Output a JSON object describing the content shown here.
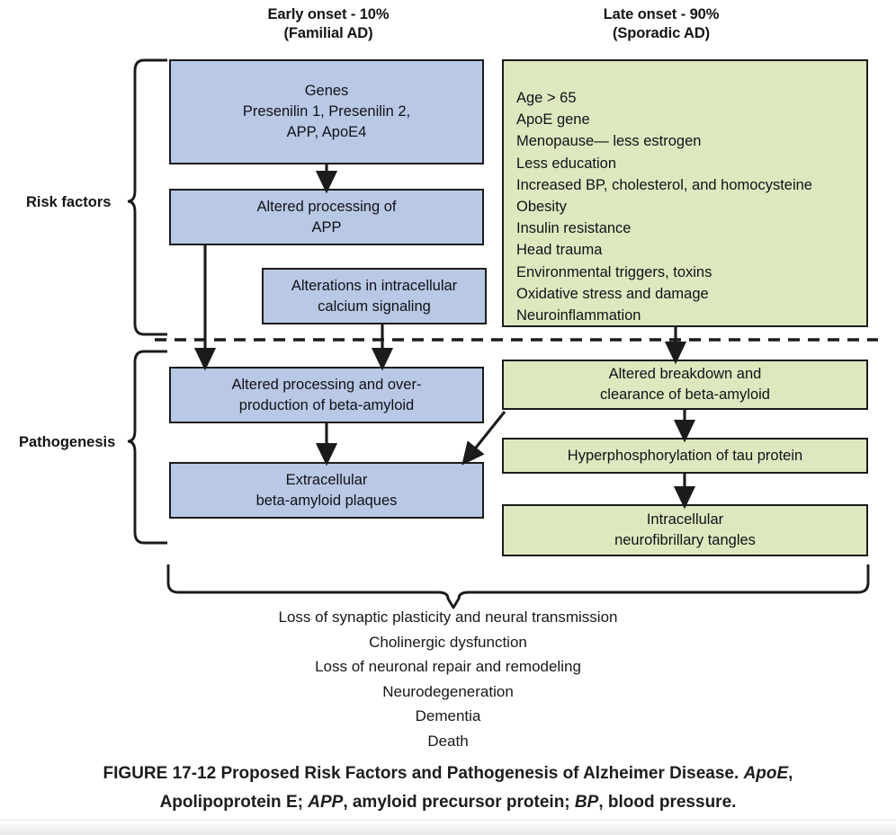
{
  "figure": {
    "headers": {
      "early": {
        "line1": "Early onset - 10%",
        "line2": "(Familial AD)"
      },
      "late": {
        "line1": "Late onset - 90%",
        "line2": "(Sporadic AD)"
      }
    },
    "side_labels": {
      "risk_factors": "Risk factors",
      "pathogenesis": "Pathogenesis"
    },
    "boxes": {
      "genes": "Genes\nPresenilin 1, Presenilin 2,\nAPP,  ApoE4",
      "app": "Altered processing of\nAPP",
      "calcium": "Alterations in intracellular\ncalcium signaling",
      "overproduction": "Altered processing and over-\nproduction of beta-amyloid",
      "plaques": "Extracellular\nbeta-amyloid plaques",
      "breakdown": "Altered breakdown and\nclearance of beta-amyloid",
      "hyperphosphorylation": "Hyperphosphorylation of tau protein",
      "tangles": "Intracellular\nneurofibrillary tangles"
    },
    "risk_factor_list": [
      "Age > 65",
      "ApoE gene",
      "Menopause— less estrogen",
      "Less education",
      "Increased BP, cholesterol, and homocysteine",
      "Obesity",
      "Insulin resistance",
      "Head trauma",
      "Environmental triggers, toxins",
      "Oxidative stress and damage",
      "Neuroinflammation"
    ],
    "outcomes": [
      "Loss of synaptic plasticity and neural transmission",
      "Cholinergic dysfunction",
      "Loss of neuronal repair and remodeling",
      "Neurodegeneration",
      "Dementia",
      "Death"
    ],
    "caption": {
      "full": "FIGURE 17-12 Proposed Risk Factors and Pathogenesis of Alzheimer Disease. ApoE, Apolipoprotein E; APP, amyloid precursor protein; BP, blood pressure.",
      "figure_number": "FIGURE 17-12",
      "title": "Proposed Risk Factors and Pathogenesis of Alzheimer Disease.",
      "abbr1_term": "ApoE",
      "abbr1_def": ", Apolipoprotein E; ",
      "abbr2_term": "APP",
      "abbr2_def": ", amyloid precursor protein; ",
      "abbr3_term": "BP",
      "abbr3_def": ", blood pressure."
    },
    "colors": {
      "blue_fill": "#b9c8e5",
      "green_fill": "#dee8bf",
      "border": "#1b1b1b",
      "text": "#111217"
    }
  }
}
